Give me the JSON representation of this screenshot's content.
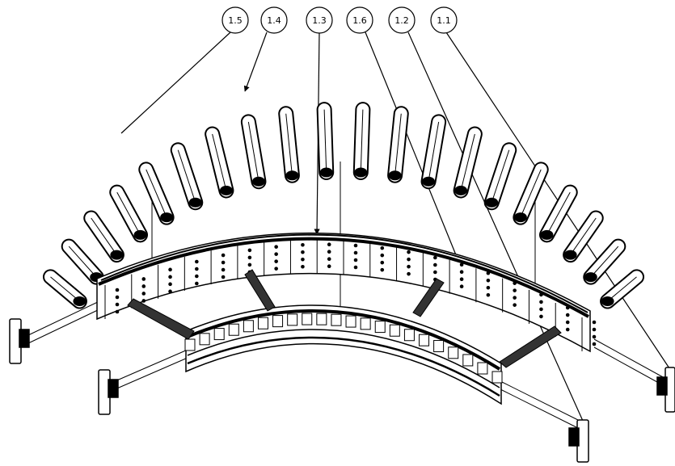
{
  "diagram": {
    "callouts": [
      {
        "id": "c15",
        "label": "1.5"
      },
      {
        "id": "c14",
        "label": "1.4"
      },
      {
        "id": "c13",
        "label": "1.3"
      },
      {
        "id": "c16",
        "label": "1.6"
      },
      {
        "id": "c12",
        "label": "1.2"
      },
      {
        "id": "c11",
        "label": "1.1"
      }
    ],
    "roller_count": 20,
    "line_color": "#000000",
    "fill_color": "#ffffff"
  }
}
